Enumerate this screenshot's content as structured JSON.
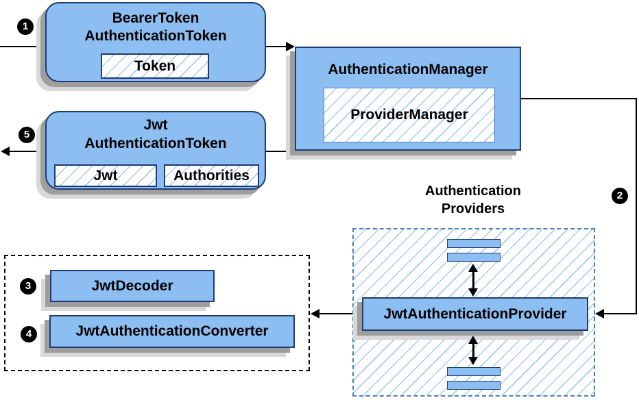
{
  "steps": {
    "one": "1",
    "two": "2",
    "three": "3",
    "four": "4",
    "five": "5"
  },
  "nodes": {
    "bearer_token": {
      "line1": "BearerToken",
      "line2": "AuthenticationToken",
      "chip": "Token"
    },
    "authentication_manager": {
      "title": "AuthenticationManager",
      "chip": "ProviderManager"
    },
    "jwt_token": {
      "line1": "Jwt",
      "line2": "AuthenticationToken",
      "chip_jwt": "Jwt",
      "chip_authorities": "Authorities"
    },
    "providers_group": {
      "label_line1": "Authentication",
      "label_line2": "Providers"
    },
    "jwt_authentication_provider": {
      "title": "JwtAuthenticationProvider"
    },
    "jwt_decoder": {
      "title": "JwtDecoder"
    },
    "jwt_authentication_converter": {
      "title": "JwtAuthenticationConverter"
    }
  },
  "edges": [
    {
      "from": "external-left",
      "to": "bearer_token",
      "step": "1",
      "arrow": "in"
    },
    {
      "from": "bearer_token",
      "to": "authentication_manager",
      "arrow": "right"
    },
    {
      "from": "authentication_manager",
      "to": "jwt_authentication_provider",
      "step": "2",
      "arrow": "left"
    },
    {
      "from": "jwt_authentication_provider",
      "to": "decoder_converter_group",
      "arrow": "left"
    },
    {
      "from": "jwt_authentication_provider",
      "to": "other_providers_above",
      "arrow": "both"
    },
    {
      "from": "jwt_authentication_provider",
      "to": "other_providers_below",
      "arrow": "both"
    },
    {
      "from": "authentication_manager",
      "to": "jwt_token",
      "arrow": "none"
    },
    {
      "from": "jwt_token",
      "to": "external-left",
      "step": "5",
      "arrow": "out"
    }
  ],
  "colors": {
    "node_fill": "#8cbef2",
    "node_border": "#1f3b75",
    "hatch_line": "#a8cbee",
    "provider_manager_border": "#4c7fc0",
    "dashed_group_border": "#4a7ebf",
    "dashed_converter_border": "#000000",
    "shadow_dark": "#9e9e9e",
    "shadow_light": "#d8d8d8",
    "badge_bg": "#000000",
    "badge_text": "#ffffff",
    "line": "#000000"
  }
}
